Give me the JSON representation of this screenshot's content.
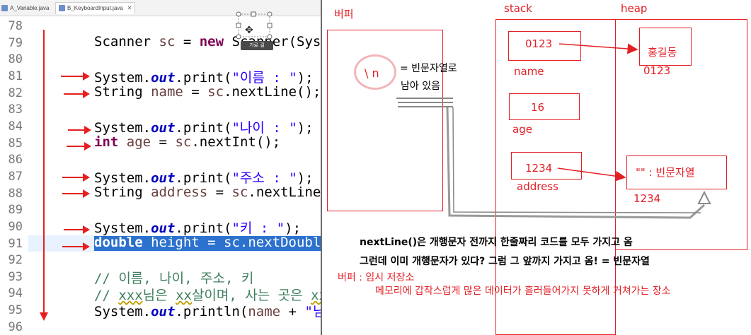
{
  "editor": {
    "tabs": [
      {
        "label": "A_Variable.java"
      },
      {
        "label": "B_KeyboardInput.java",
        "close": "✕"
      }
    ],
    "tooltip": "가로 길",
    "line_numbers": [
      "78",
      "79",
      "80",
      "81",
      "82",
      "83",
      "84",
      "85",
      "86",
      "87",
      "88",
      "89",
      "90",
      "91",
      "92",
      "93",
      "94",
      "95",
      "96"
    ],
    "lines": {
      "l79": {
        "a": "Scanner ",
        "b": "sc",
        "c": " = ",
        "d": "new",
        "e": " Scanner(Sys"
      },
      "l81": {
        "a": "System.",
        "b": "out",
        "c": ".print(",
        "d": "\"이름 : \"",
        "e": ");"
      },
      "l82": {
        "a": "String ",
        "b": "name",
        "c": " = ",
        "d": "sc",
        "e": ".nextLine();"
      },
      "l84": {
        "a": "System.",
        "b": "out",
        "c": ".print(",
        "d": "\"나이 : \"",
        "e": ");"
      },
      "l85": {
        "a": "int",
        "b": " ",
        "c": "age",
        "d": " = ",
        "e": "sc",
        "f": ".nextInt();"
      },
      "l87": {
        "a": "System.",
        "b": "out",
        "c": ".print(",
        "d": "\"주소 : \"",
        "e": ");"
      },
      "l88": {
        "a": "String ",
        "b": "address",
        "c": " = ",
        "d": "sc",
        "e": ".nextLine"
      },
      "l90": {
        "a": "System.",
        "b": "out",
        "c": ".print(",
        "d": "\"키 : \"",
        "e": ");"
      },
      "l91": {
        "a": "double",
        "b": " height = sc.nextDoubl"
      },
      "l93": {
        "a": "// 이름, 나이, 주소, 키"
      },
      "l94": {
        "a": "// ",
        "b": "xxx",
        "c": "님은 ",
        "d": "xx",
        "e": "살이며, 사는 곳은 ",
        "f": "xxxx"
      },
      "l95": {
        "a": "System.",
        "b": "out",
        "c": ".println(",
        "d": "name",
        "e": " + ",
        "f": "\"님"
      }
    }
  },
  "diagram": {
    "buffer_label": "버퍼",
    "buffer_content": "\\ n",
    "buffer_note_1": "= 빈문자열로",
    "buffer_note_2": "남아 있음",
    "stack_label": "stack",
    "heap_label": "heap",
    "stack_vars": [
      {
        "value": "0123",
        "name": "name"
      },
      {
        "value": "16",
        "name": "age"
      },
      {
        "value": "1234",
        "name": "address"
      }
    ],
    "heap_objects": [
      {
        "value": "홍길동",
        "address": "0123"
      },
      {
        "value": "\"\" : 빈문자열",
        "address": "1234"
      }
    ],
    "explanation_1": "nextLine()은 개행문자 전까지 한줄짜리 코드를 모두 가지고 옴",
    "explanation_2": "그런데 이미 개행문자가 있다? 그럼 그 앞까지 가지고 옴! = 빈문자열",
    "buffer_def_title": "버퍼 : 임시 저장소",
    "buffer_def_detail": "메모리에 갑작스럽게 많은 데이터가 흘러들어가지 못하게 거쳐가는 장소"
  },
  "colors": {
    "annotation_red": "#e31f26",
    "keyword": "#7f0055",
    "field": "#0000c0",
    "string": "#2a00ff",
    "comment": "#3f7f5f",
    "selection": "#2c71cd"
  }
}
